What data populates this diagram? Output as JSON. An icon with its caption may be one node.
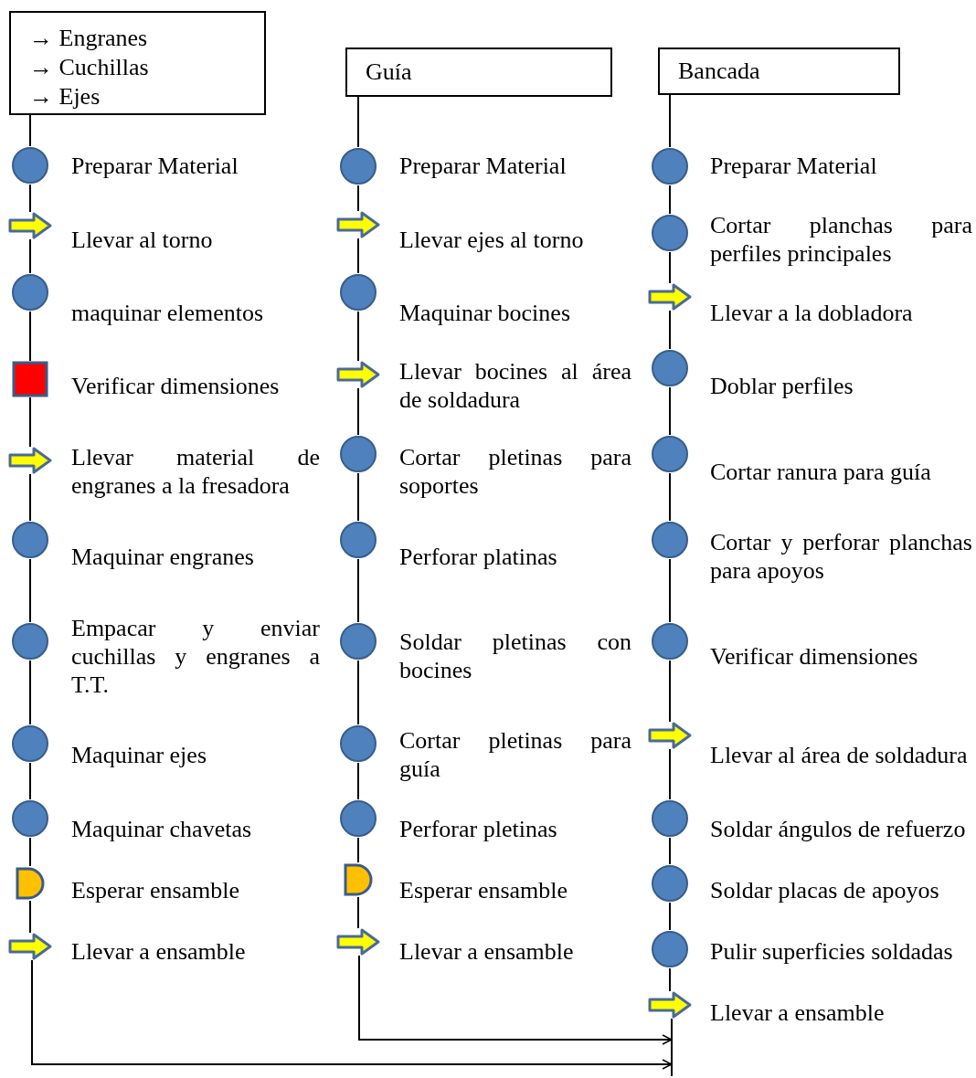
{
  "diagram": {
    "nodes": [
      {
        "text": [
          "→ Engranes",
          "→ Cuchillas",
          "→ Ejes"
        ]
      },
      {
        "text": [],
        "shape": "circle",
        "beside": [
          "Preparar Material"
        ]
      },
      {
        "text": [],
        "shape": "arrow",
        "beside": [
          "Llevar al torno"
        ]
      },
      {
        "text": [],
        "shape": "circle",
        "beside": [
          "maquinar elementos"
        ]
      },
      {
        "text": [],
        "shape": "box",
        "beside": [
          "Verificar dimensiones"
        ]
      },
      {
        "text": [],
        "shape": "arrow",
        "beside": [
          "Llevar material de engranes a la fresadora"
        ]
      },
      {
        "text": [],
        "shape": "circle",
        "beside": [
          "Maquinar engranes"
        ]
      },
      {
        "text": [],
        "shape": "circle",
        "beside": [
          "Empacar y enviar cuchillas y engranes a T.T."
        ]
      },
      {
        "text": [],
        "shape": "circle",
        "beside": [
          "Maquinar  ejes"
        ]
      },
      {
        "text": [],
        "shape": "circle",
        "beside": [
          "Maquinar chavetas"
        ]
      },
      {
        "text": [],
        "shape": "d-shape",
        "beside": [
          "Esperar ensamble"
        ]
      },
      {
        "text": [],
        "shape": "arrow",
        "beside": [
          "Llevar a ensamble"
        ]
      },
      {
        "text": [
          "Guía"
        ]
      },
      {
        "text": [],
        "shape": "circle",
        "beside": [
          "Preparar Material"
        ]
      },
      {
        "text": [],
        "shape": "arrow",
        "beside": [
          "Llevar ejes al torno"
        ]
      },
      {
        "text": [],
        "shape": "circle",
        "beside": [
          "Maquinar bocines"
        ]
      },
      {
        "text": [],
        "shape": "arrow",
        "beside": [
          "Llevar bocines al área de soldadura"
        ]
      },
      {
        "text": [],
        "shape": "circle",
        "beside": [
          "Cortar pletinas para soportes"
        ]
      },
      {
        "text": [],
        "shape": "circle",
        "beside": [
          "Perforar platinas"
        ]
      },
      {
        "text": [],
        "shape": "circle",
        "beside": [
          "Soldar pletinas con bocines"
        ]
      },
      {
        "text": [],
        "shape": "circle",
        "beside": [
          "Cortar pletinas para guía"
        ]
      },
      {
        "text": [],
        "shape": "circle",
        "beside": [
          "Perforar pletinas"
        ]
      },
      {
        "text": [],
        "shape": "d-shape",
        "beside": [
          "Esperar ensamble"
        ]
      },
      {
        "text": [],
        "shape": "arrow",
        "beside": [
          "Llevar a ensamble"
        ]
      },
      {
        "text": [
          "Bancada"
        ]
      },
      {
        "text": [],
        "shape": "circle",
        "beside": [
          "Preparar Material"
        ]
      },
      {
        "text": [],
        "shape": "circle",
        "beside": [
          "Cortar planchas para perfiles principales"
        ]
      },
      {
        "text": [],
        "shape": "arrow",
        "beside": [
          "Llevar a la dobladora"
        ]
      },
      {
        "text": [],
        "shape": "circle",
        "beside": [
          "Doblar perfiles"
        ]
      },
      {
        "text": [],
        "shape": "circle",
        "beside": [
          "Cortar ranura para guía"
        ]
      },
      {
        "text": [],
        "shape": "circle",
        "beside": [
          "Cortar y perforar planchas para apoyos"
        ]
      },
      {
        "text": [],
        "shape": "circle",
        "beside": [
          "Verificar dimensiones"
        ]
      },
      {
        "text": [],
        "shape": "arrow",
        "beside": [
          "Llevar al área de soldadura"
        ]
      },
      {
        "text": [],
        "shape": "circle",
        "beside": [
          "Soldar ángulos de refuerzo"
        ]
      },
      {
        "text": [],
        "shape": "circle",
        "beside": [
          "Soldar placas de apoyos"
        ]
      },
      {
        "text": [],
        "shape": "circle",
        "beside": [
          "Pulir superficies soldadas"
        ]
      },
      {
        "text": [],
        "shape": "arrow",
        "beside": [
          "Llevar a ensamble"
        ]
      }
    ],
    "edges": [
      {
        "from": 0,
        "to": 1,
        "arrow": "none"
      },
      {
        "from": 1,
        "to": 2,
        "arrow": "none"
      },
      {
        "from": 2,
        "to": 3,
        "arrow": "none"
      },
      {
        "from": 3,
        "to": 4,
        "arrow": "none"
      },
      {
        "from": 4,
        "to": 5,
        "arrow": "none"
      },
      {
        "from": 5,
        "to": 6,
        "arrow": "none"
      },
      {
        "from": 6,
        "to": 7,
        "arrow": "none"
      },
      {
        "from": 7,
        "to": 8,
        "arrow": "none"
      },
      {
        "from": 8,
        "to": 9,
        "arrow": "none"
      },
      {
        "from": 9,
        "to": 10,
        "arrow": "none"
      },
      {
        "from": 10,
        "to": 11,
        "arrow": "none"
      },
      {
        "from": 12,
        "to": 13,
        "arrow": "none"
      },
      {
        "from": 13,
        "to": 14,
        "arrow": "none"
      },
      {
        "from": 14,
        "to": 15,
        "arrow": "none"
      },
      {
        "from": 15,
        "to": 16,
        "arrow": "none"
      },
      {
        "from": 16,
        "to": 17,
        "arrow": "none"
      },
      {
        "from": 17,
        "to": 18,
        "arrow": "none"
      },
      {
        "from": 18,
        "to": 19,
        "arrow": "none"
      },
      {
        "from": 19,
        "to": 20,
        "arrow": "none"
      },
      {
        "from": 20,
        "to": 21,
        "arrow": "none"
      },
      {
        "from": 21,
        "to": 22,
        "arrow": "none"
      },
      {
        "from": 22,
        "to": 23,
        "arrow": "none"
      },
      {
        "from": 24,
        "to": 25,
        "arrow": "none"
      },
      {
        "from": 25,
        "to": 26,
        "arrow": "none"
      },
      {
        "from": 26,
        "to": 27,
        "arrow": "none"
      },
      {
        "from": 27,
        "to": 28,
        "arrow": "none"
      },
      {
        "from": 28,
        "to": 29,
        "arrow": "none"
      },
      {
        "from": 29,
        "to": 30,
        "arrow": "none"
      },
      {
        "from": 30,
        "to": 31,
        "arrow": "none"
      },
      {
        "from": 31,
        "to": 32,
        "arrow": "none"
      },
      {
        "from": 32,
        "to": 33,
        "arrow": "none"
      },
      {
        "from": 33,
        "to": 34,
        "arrow": "none"
      },
      {
        "from": 34,
        "to": 35,
        "arrow": "none"
      },
      {
        "from": 35,
        "to": 36,
        "arrow": "none"
      },
      {
        "from": 23,
        "to": 36,
        "arrow": "to"
      },
      {
        "from": 11,
        "to": 36,
        "arrow": "to"
      }
    ]
  }
}
